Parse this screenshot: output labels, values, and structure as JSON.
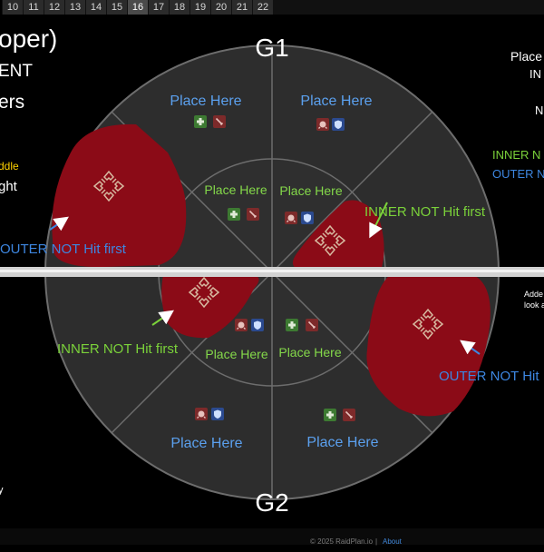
{
  "tabs": [
    "10",
    "11",
    "12",
    "13",
    "14",
    "15",
    "16",
    "17",
    "18",
    "19",
    "20",
    "21",
    "22"
  ],
  "active_tab": "16",
  "colors": {
    "background": "#000000",
    "wedge_fill": "#2d2d2d",
    "wedge_line": "#6d6d6d",
    "aoe_red": "#8b0b17",
    "inner_label": "#7bd23a",
    "outer_label": "#3d86e0",
    "place_here": "#5ba0ee",
    "place_here_inner": "#84d84a",
    "yellow": "#ffd200",
    "footer_link": "#3f86d8"
  },
  "left_notes": {
    "title_fragment": "oper)",
    "line2": "ENT",
    "line3": "ers",
    "yellow_note": "ddle",
    "white_note": "ght",
    "bottom_note": "y"
  },
  "right_notes": {
    "line1": "Place",
    "line2": "IN",
    "line3": "N",
    "inner_note": "INNER N",
    "outer_note": "OUTER N",
    "added_line1": "Adde",
    "added_line2": "look a"
  },
  "groups": {
    "top": "G1",
    "bottom": "G2"
  },
  "wedge_labels": {
    "outer_top_left": "Place Here",
    "outer_top_right": "Place Here",
    "inner_top_left": "Place Here",
    "inner_top_right": "Place Here",
    "inner_bottom_left": "Place Here",
    "inner_bottom_right": "Place Here",
    "outer_bottom_left": "Place Here",
    "outer_bottom_right": "Place Here"
  },
  "callouts": {
    "outer_left": "OUTER NOT Hit first",
    "inner_top_right": "INNER NOT Hit first",
    "inner_left": "INNER NOT Hit first",
    "outer_right": "OUTER NOT Hit"
  },
  "footer": {
    "copyright": "© 2025 RaidPlan.io",
    "separator": "|",
    "about": "About"
  }
}
